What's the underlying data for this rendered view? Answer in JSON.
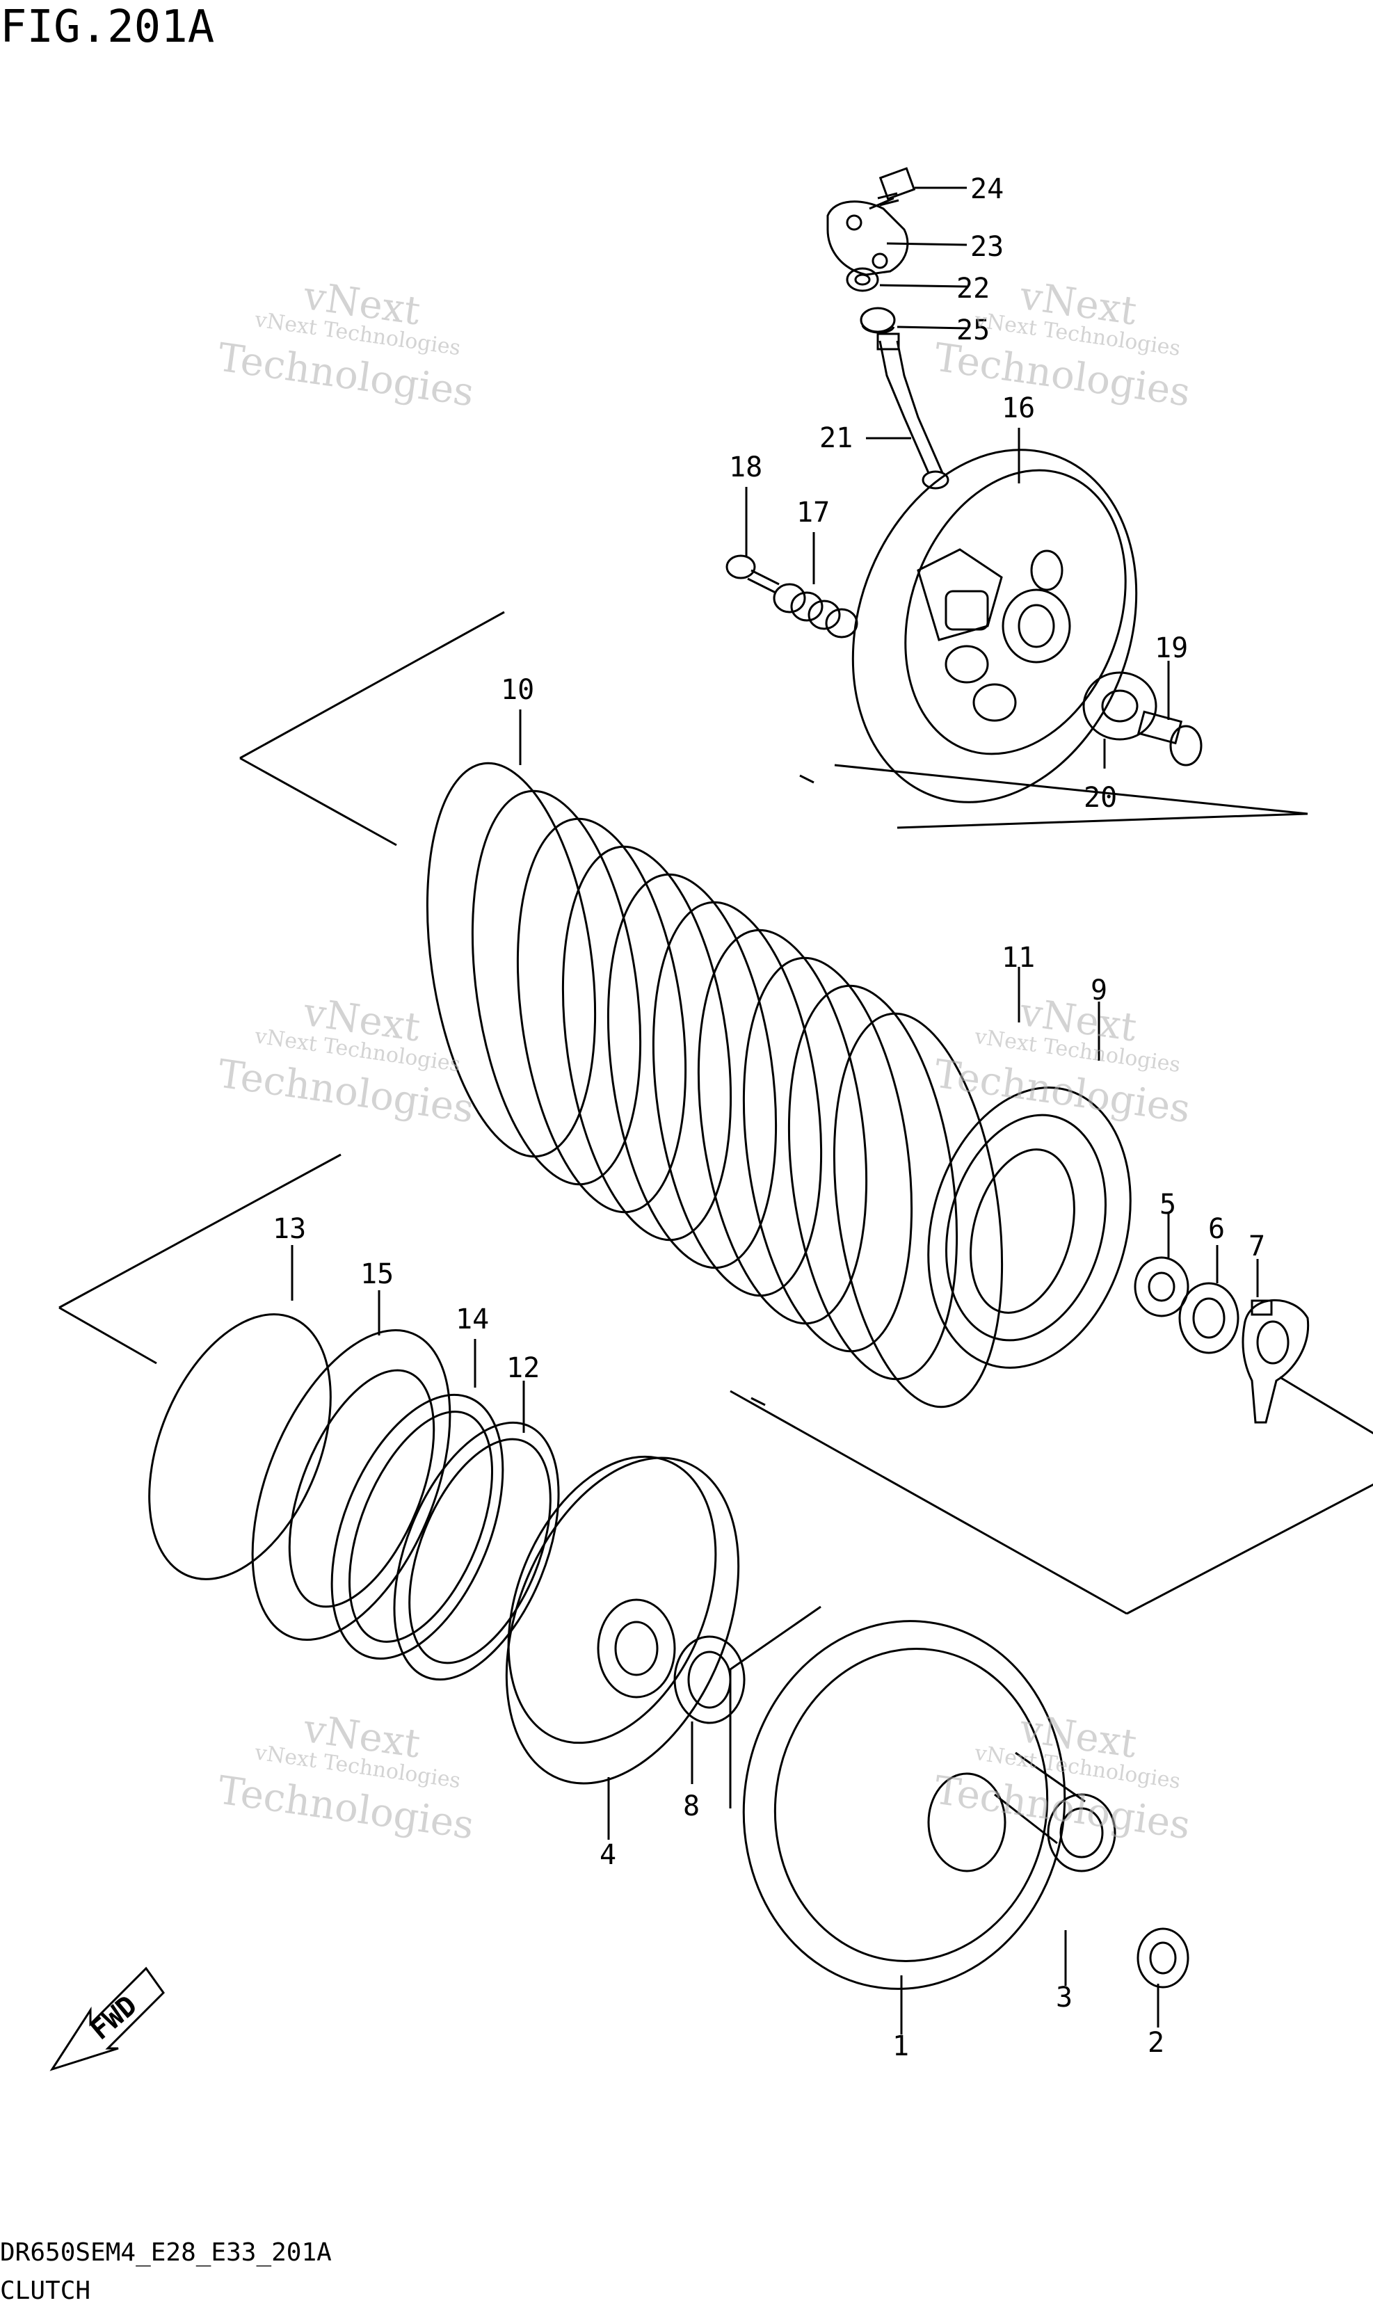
{
  "figure": {
    "title": "FIG.201A",
    "code": "DR650SEM4_E28_E33_201A",
    "name": "CLUTCH",
    "fwd_label": "FWD"
  },
  "callouts": [
    "1",
    "2",
    "3",
    "4",
    "5",
    "6",
    "7",
    "8",
    "9",
    "10",
    "11",
    "12",
    "13",
    "14",
    "15",
    "16",
    "17",
    "18",
    "19",
    "20",
    "21",
    "22",
    "23",
    "24",
    "25"
  ],
  "watermark": {
    "line1": "vNext Technologies",
    "line2": "vNext",
    "line3": "Technologies"
  },
  "colors": {
    "line": "#000000",
    "watermark": "#b0b0b0"
  }
}
